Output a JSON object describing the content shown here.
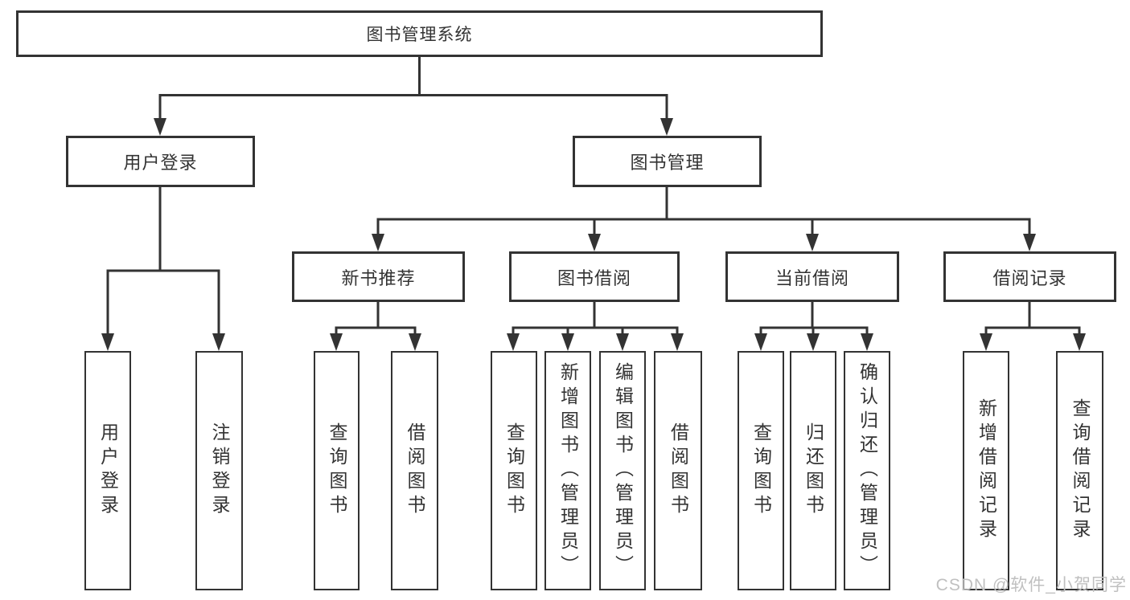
{
  "diagram": {
    "root": "图书管理系统",
    "branches": {
      "user_login": "用户登录",
      "book_management": "图书管理"
    },
    "modules": {
      "new_book": "新书推荐",
      "book_borrow": "图书借阅",
      "current_borrow": "当前借阅",
      "borrow_record": "借阅记录"
    },
    "leaves": {
      "user_login": "用户登录",
      "logout": "注销登录",
      "nb_query": "查询图书",
      "nb_borrow": "借阅图书",
      "bb_query": "查询图书",
      "bb_add": "新增图书（管理员）",
      "bb_edit": "编辑图书（管理员）",
      "bb_borrow": "借阅图书",
      "cb_query": "查询图书",
      "cb_return": "归还图书",
      "cb_confirm": "确认归还（管理员）",
      "br_add": "新增借阅记录",
      "br_query": "查询借阅记录"
    }
  },
  "watermark": "CSDN @软件_小贺同学",
  "colors": {
    "line": "#333333",
    "text": "#333333",
    "watermark": "#c0c0c0",
    "background": "#ffffff"
  }
}
